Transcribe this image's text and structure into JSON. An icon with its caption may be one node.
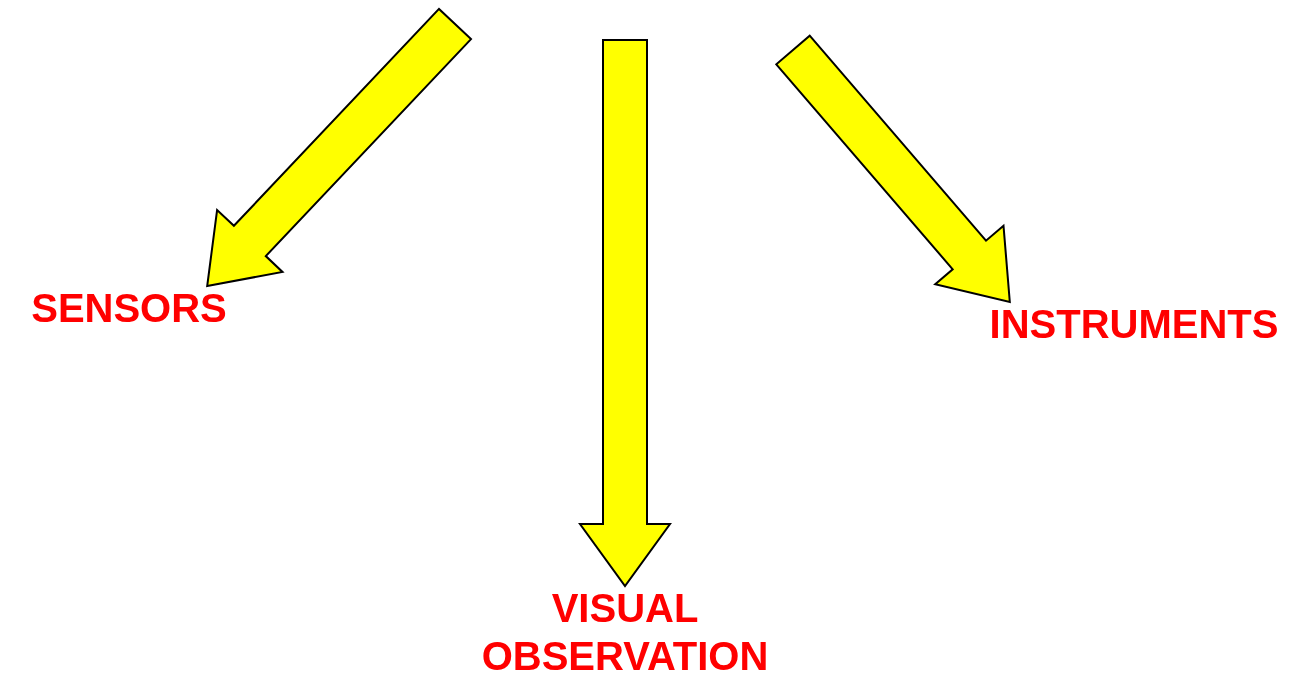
{
  "diagram": {
    "nodes": [
      {
        "text": [
          "SENSORS"
        ]
      },
      {
        "text": [
          "INSTRUMENTS"
        ]
      },
      {
        "text": [
          "VISUAL OBSERVATION"
        ]
      }
    ],
    "edges": [
      {
        "from": null,
        "to": 0,
        "arrow": "to",
        "style": "thick"
      },
      {
        "from": null,
        "to": 2,
        "arrow": "to",
        "style": "thick"
      },
      {
        "from": null,
        "to": 1,
        "arrow": "to",
        "style": "thick"
      }
    ]
  }
}
